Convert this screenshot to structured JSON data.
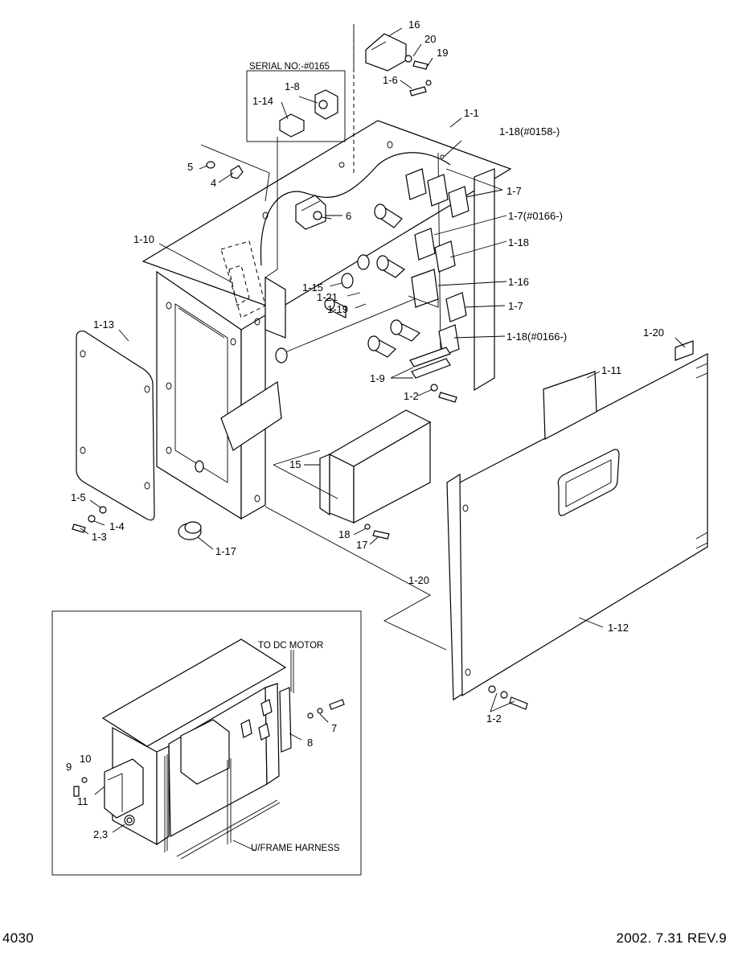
{
  "serial_box_title": "SERIAL NO:-#0165",
  "inset": {
    "to_dc_motor": "TO DC MOTOR",
    "harness": "U/FRAME HARNESS"
  },
  "callouts": {
    "c16": "16",
    "c20": "20",
    "c19": "19",
    "c1_6": "1-6",
    "c1_8": "1-8",
    "c1_14": "1-14",
    "c1_1": "1-1",
    "c1_18_158": "1-18(#0158-)",
    "c5": "5",
    "c4": "4",
    "c6": "6",
    "c1_7a": "1-7",
    "c1_7_166": "1-7(#0166-)",
    "c1_18": "1-18",
    "c1_10": "1-10",
    "c1_16": "1-16",
    "c1_15": "1-15",
    "c1_21": "1-21",
    "c1_19": "1-19",
    "c1_7b": "1-7",
    "c1_18_166": "1-18(#0166-)",
    "c1_13": "1-13",
    "c1_20a": "1-20",
    "c1_11": "1-11",
    "c1_9": "1-9",
    "c1_2a": "1-2",
    "c15": "15",
    "c1_5": "1-5",
    "c1_4": "1-4",
    "c1_3": "1-3",
    "c18": "18",
    "c17": "17",
    "c1_17": "1-17",
    "c1_20b": "1-20",
    "c1_12": "1-12",
    "c1_2b": "1-2",
    "c7": "7",
    "c8": "8",
    "c9": "9",
    "c10": "10",
    "c11": "11",
    "c2_3": "2,3"
  },
  "footer": {
    "page_number": "4030",
    "revision": "2002. 7.31  REV.9"
  }
}
